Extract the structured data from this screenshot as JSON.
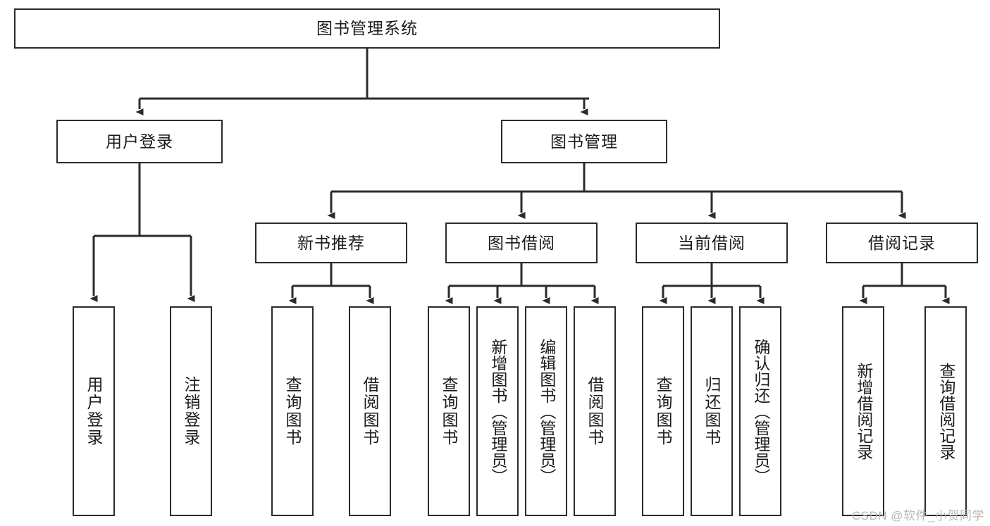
{
  "diagram": {
    "title": "图书管理系统",
    "type": "tree",
    "watermark": "CSDN @软件_小贺同学",
    "colors": {
      "border": "#2b2b2b",
      "background": "#ffffff",
      "text": "#1b1b1b",
      "watermark": "#b8b8b8"
    },
    "nodes": {
      "root": {
        "label": "图书管理系统"
      },
      "tier2": [
        {
          "id": "user-login",
          "label": "用户登录"
        },
        {
          "id": "book-manage",
          "label": "图书管理"
        }
      ],
      "tier3": [
        {
          "id": "new-book-rec",
          "label": "新书推荐"
        },
        {
          "id": "book-borrow",
          "label": "图书借阅"
        },
        {
          "id": "current-borrow",
          "label": "当前借阅"
        },
        {
          "id": "borrow-record",
          "label": "借阅记录"
        }
      ],
      "leaves": {
        "user-login": [
          {
            "id": "leaf-user-login",
            "label": "用户登录"
          },
          {
            "id": "leaf-logout",
            "label": "注销登录"
          }
        ],
        "new-book-rec": [
          {
            "id": "leaf-query-book-1",
            "label": "查询图书"
          },
          {
            "id": "leaf-borrow-book-1",
            "label": "借阅图书"
          }
        ],
        "book-borrow": [
          {
            "id": "leaf-query-book-2",
            "label": "查询图书"
          },
          {
            "id": "leaf-add-book",
            "label": "新增图书（管理员）"
          },
          {
            "id": "leaf-edit-book",
            "label": "编辑图书（管理员）"
          },
          {
            "id": "leaf-borrow-book-2",
            "label": "借阅图书"
          }
        ],
        "current-borrow": [
          {
            "id": "leaf-query-book-3",
            "label": "查询图书"
          },
          {
            "id": "leaf-return-book",
            "label": "归还图书"
          },
          {
            "id": "leaf-confirm-return",
            "label": "确认归还（管理员）"
          }
        ],
        "borrow-record": [
          {
            "id": "leaf-add-record",
            "label": "新增借阅记录"
          },
          {
            "id": "leaf-query-record",
            "label": "查询借阅记录"
          }
        ]
      }
    }
  }
}
